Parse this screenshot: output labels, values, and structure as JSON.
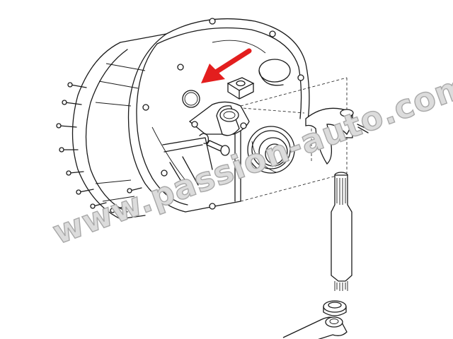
{
  "watermark": {
    "text": "www.passion-auto.com"
  },
  "colors": {
    "line": "#1a1a1a",
    "arrow": "#e31e1e",
    "watermark_fill": "#dcdcdc",
    "watermark_stroke": "#a8a8a8",
    "background": "#ffffff"
  },
  "callout": {
    "type": "arrow",
    "points_to": "o-ring-seal"
  }
}
